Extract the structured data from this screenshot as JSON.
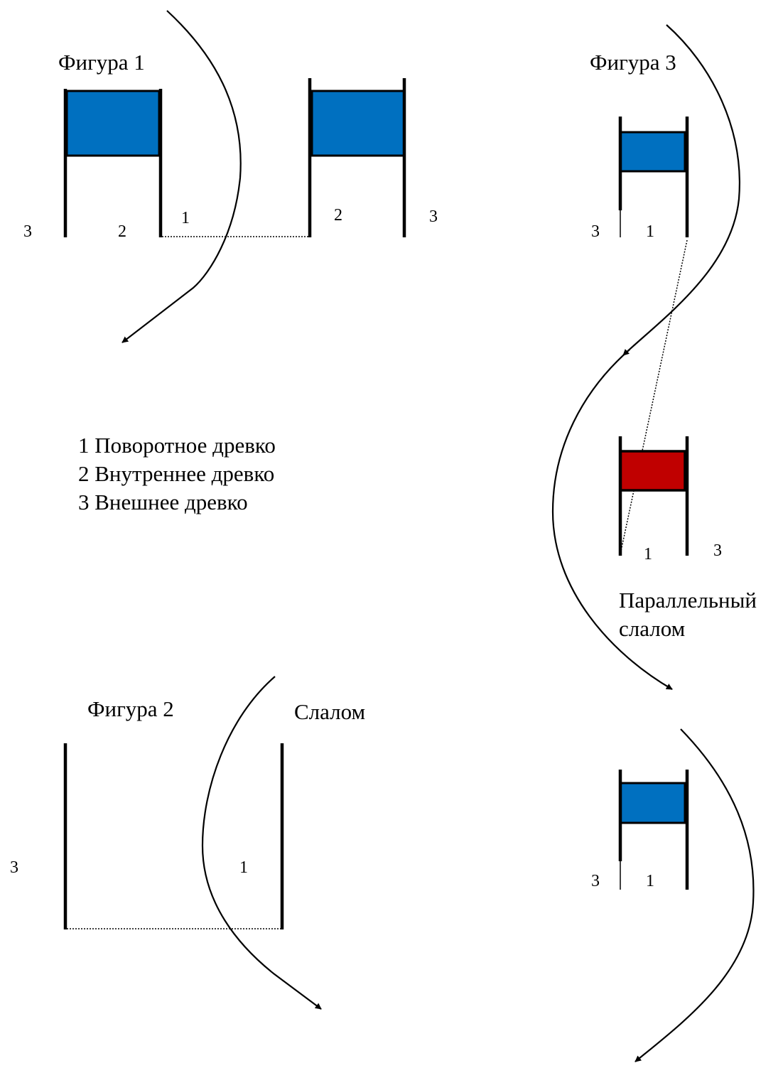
{
  "colors": {
    "flag_blue": "#0070c0",
    "flag_red": "#c00000",
    "line": "#000000"
  },
  "figure1": {
    "title": "Фигура 1",
    "labels": [
      "3",
      "2",
      "1",
      "2",
      "3"
    ]
  },
  "figure2": {
    "title": "Фигура 2",
    "caption": "Слалом",
    "labels": [
      "3",
      "1"
    ]
  },
  "figure3": {
    "title": "Фигура 3",
    "caption_line1": "Параллельный",
    "caption_line2": "слалом",
    "gate1_labels": [
      "3",
      "1"
    ],
    "gate2_labels": [
      "1",
      "3"
    ],
    "gate3_labels": [
      "3",
      "1"
    ]
  },
  "legend": {
    "items": [
      "1 Поворотное древко",
      "2 Внутреннее древко",
      "3 Внешнее древко"
    ]
  }
}
